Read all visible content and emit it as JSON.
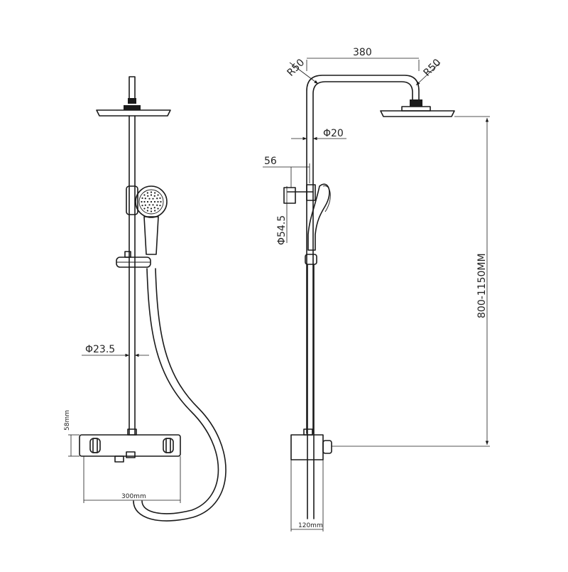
{
  "dimensions": {
    "top_width": "380",
    "radius_left": "R50",
    "radius_right": "R50",
    "pipe_diameter_side": "Φ20",
    "offset": "56",
    "holder_diameter": "Φ54.5",
    "height_range": "800-1150MM",
    "pipe_diameter_front": "Φ23.5",
    "valve_height": "58mm",
    "valve_width": "300mm",
    "side_depth": "120mm"
  }
}
